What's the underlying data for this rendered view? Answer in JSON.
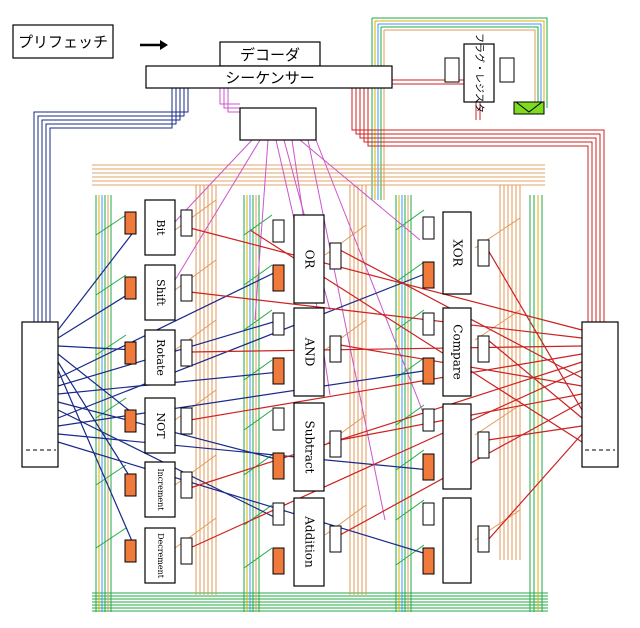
{
  "header": {
    "prefetch": "プリフェッチ",
    "decoder": "デコーダ",
    "sequencer": "シーケンサー",
    "flag_register": "フラグ・レジスタ"
  },
  "units": {
    "col1": [
      "Bit",
      "Shift",
      "Rotate",
      "NOT",
      "Increment",
      "Decrement"
    ],
    "col2": [
      "OR",
      "AND",
      "Subtract",
      "Addition"
    ],
    "col3": [
      "XOR",
      "Compare"
    ]
  },
  "colors": {
    "green": "#22aa44",
    "orange": "#e09a5a",
    "red": "#cc2222",
    "blue": "#1a2a8a",
    "magenta": "#cc55cc",
    "reg_fill": "#f07a3c",
    "flag_fill": "#7ddc1f"
  }
}
